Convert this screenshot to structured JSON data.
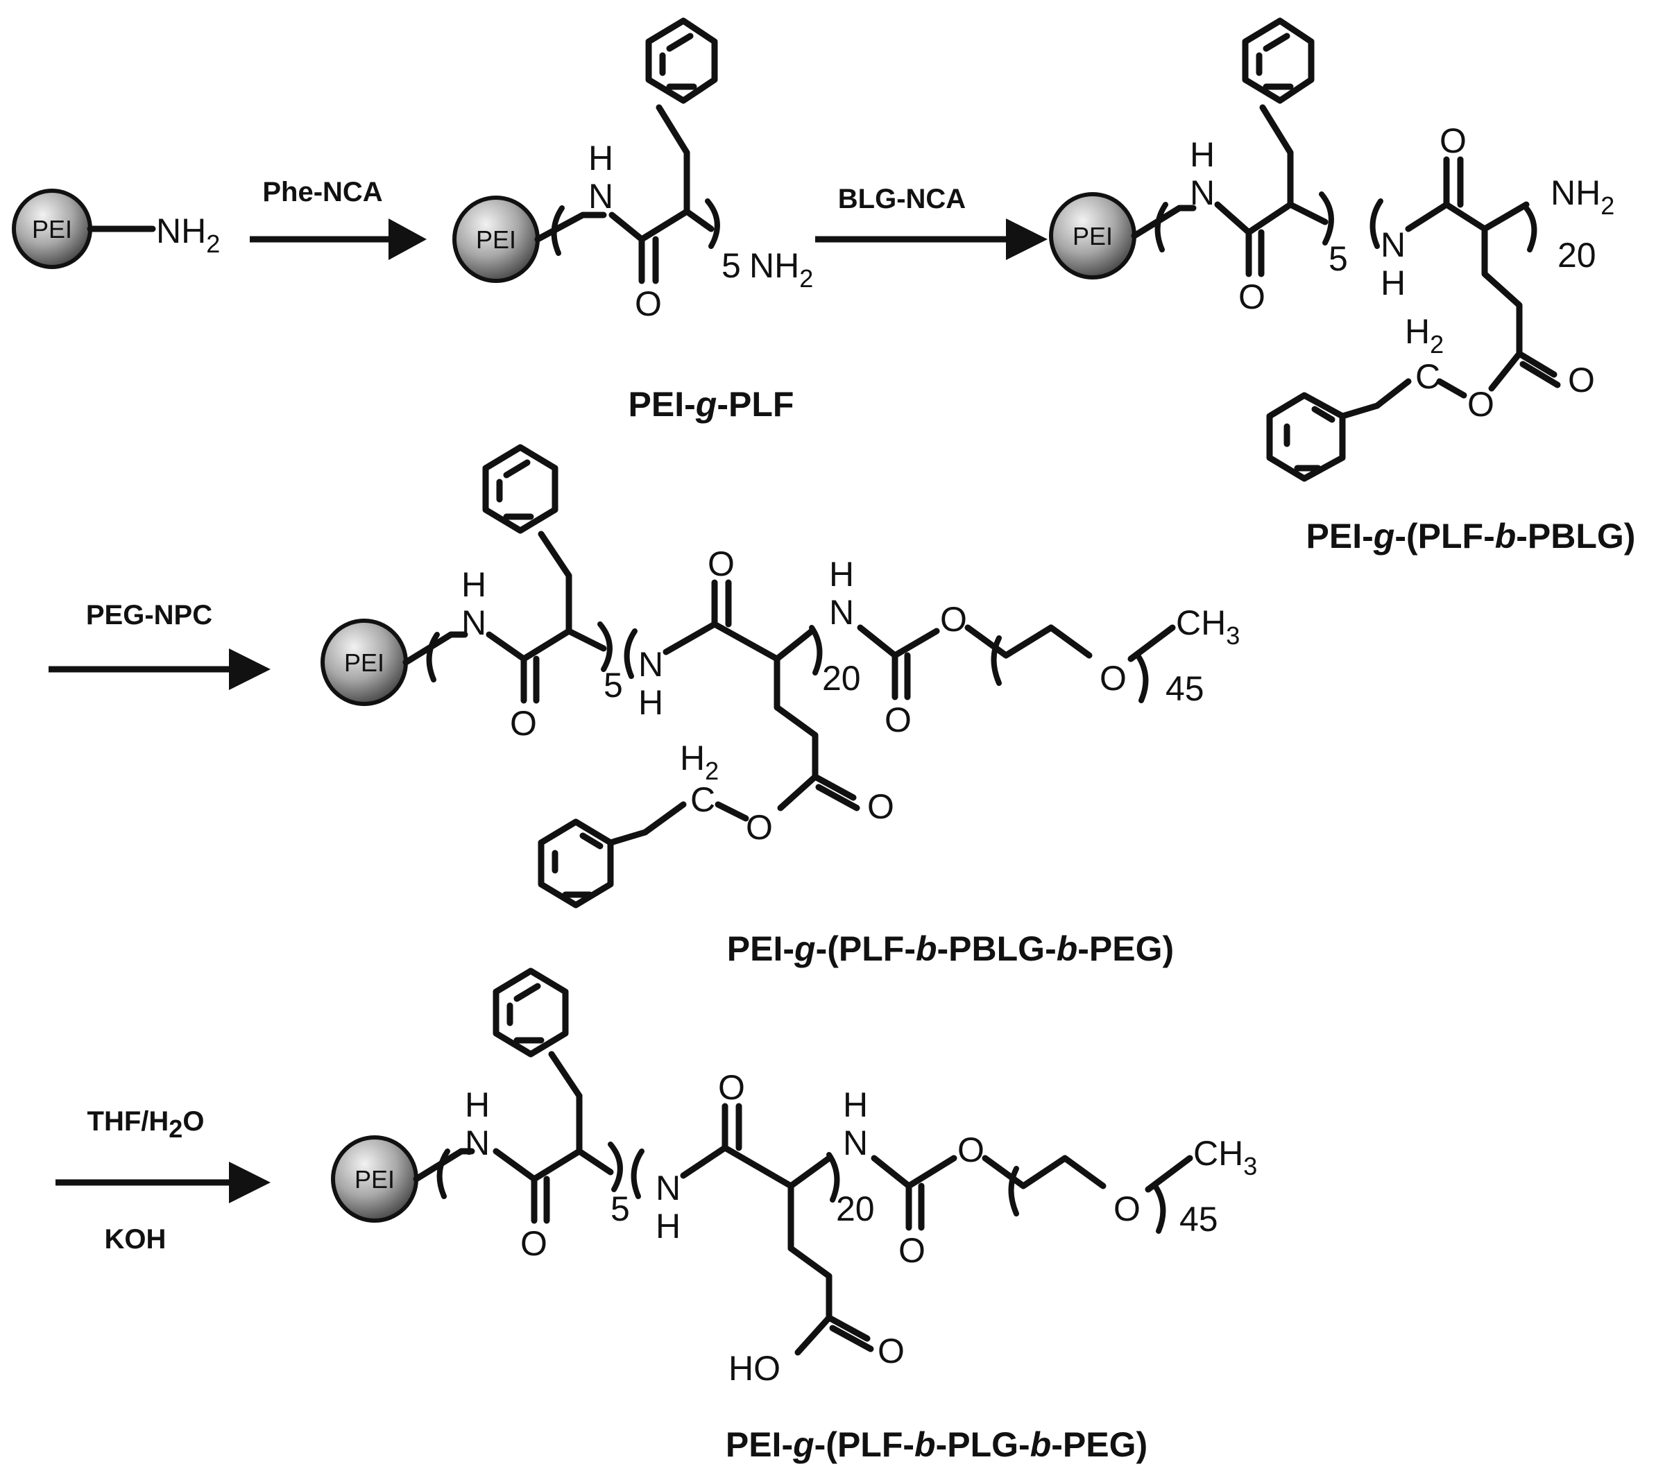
{
  "bead": {
    "label": "PEI"
  },
  "atoms": {
    "NH2_main": "NH",
    "NH2_sub": "2",
    "H": "H",
    "N": "N",
    "O": "O",
    "HO": "HO",
    "CH3_main": "CH",
    "CH3_sub": "3",
    "C": "C",
    "H2_main": "H",
    "H2_sub": "2"
  },
  "repeats": {
    "plf": "5",
    "pblg": "20",
    "peg": "45"
  },
  "reagents": {
    "step1": "Phe-NCA",
    "step2": "BLG-NCA",
    "step3": "PEG-NPC",
    "step4_top_main": "THF/H",
    "step4_top_sub": "2",
    "step4_top_end": "O",
    "step4_bottom": "KOH"
  },
  "products": {
    "p1": {
      "a": "PEI-",
      "b": "g",
      "c": "-PLF"
    },
    "p2": {
      "a": "PEI-",
      "b": "g",
      "c": "-(PLF-",
      "d": "b",
      "e": "-PBLG)"
    },
    "p3": {
      "a": "PEI-",
      "b": "g",
      "c": "-(PLF-",
      "d": "b",
      "e": "-PBLG-",
      "f": "b",
      "g": "-PEG)"
    },
    "p4": {
      "a": "PEI-",
      "b": "g",
      "c": "-(PLF-",
      "d": "b",
      "e": "-PLG-",
      "f": "b",
      "g": "-PEG)"
    }
  }
}
